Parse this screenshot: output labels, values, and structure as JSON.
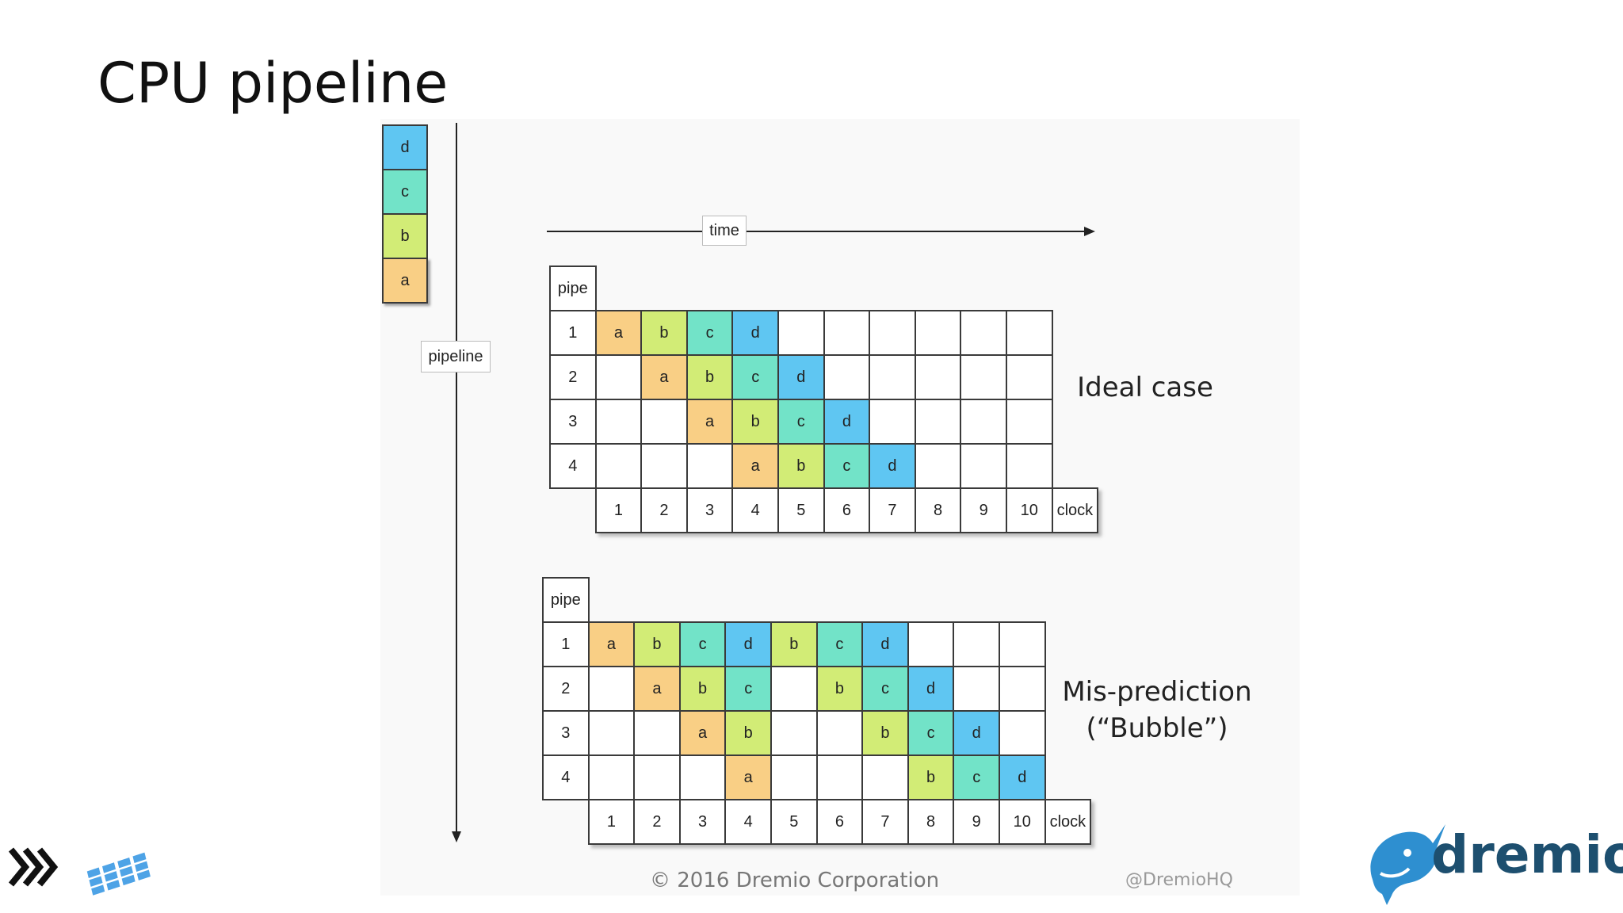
{
  "slide": {
    "title": "CPU pipeline"
  },
  "stack": {
    "items": [
      "d",
      "c",
      "b",
      "a"
    ]
  },
  "axes": {
    "time_label": "time",
    "pipeline_label": "pipeline"
  },
  "diagrams": [
    {
      "pipe_label": "pipe",
      "clock_label": "clock",
      "rows": [
        "1",
        "2",
        "3",
        "4"
      ],
      "clocks": [
        "1",
        "2",
        "3",
        "4",
        "5",
        "6",
        "7",
        "8",
        "9",
        "10"
      ],
      "grid": [
        [
          "a",
          "b",
          "c",
          "d",
          "",
          "",
          "",
          "",
          "",
          ""
        ],
        [
          "",
          "a",
          "b",
          "c",
          "d",
          "",
          "",
          "",
          "",
          ""
        ],
        [
          "",
          "",
          "a",
          "b",
          "c",
          "d",
          "",
          "",
          "",
          ""
        ],
        [
          "",
          "",
          "",
          "a",
          "b",
          "c",
          "d",
          "",
          "",
          ""
        ]
      ],
      "caption_lines": [
        "Ideal case"
      ]
    },
    {
      "pipe_label": "pipe",
      "clock_label": "clock",
      "rows": [
        "1",
        "2",
        "3",
        "4"
      ],
      "clocks": [
        "1",
        "2",
        "3",
        "4",
        "5",
        "6",
        "7",
        "8",
        "9",
        "10"
      ],
      "grid": [
        [
          "a",
          "b",
          "c",
          "d",
          "b",
          "c",
          "d",
          "",
          "",
          ""
        ],
        [
          "",
          "a",
          "b",
          "c",
          "",
          "b",
          "c",
          "d",
          "",
          ""
        ],
        [
          "",
          "",
          "a",
          "b",
          "",
          "",
          "b",
          "c",
          "d",
          ""
        ],
        [
          "",
          "",
          "",
          "a",
          "",
          "",
          "",
          "b",
          "c",
          "d"
        ]
      ],
      "caption_lines": [
        "Mis-prediction",
        "(“Bubble”)"
      ]
    }
  ],
  "colors": {
    "a": "#f9cf85",
    "b": "#d2ec76",
    "c": "#72e3c8",
    "d": "#5fc6f2",
    "empty": "#ffffff"
  },
  "footer": {
    "copyright": "©  2016 Dremio  Corporation",
    "handle": "@DremioHQ",
    "brand": "dremio",
    "brand_color": "#1d4f6f",
    "logo_color": "#2e8fd0"
  }
}
